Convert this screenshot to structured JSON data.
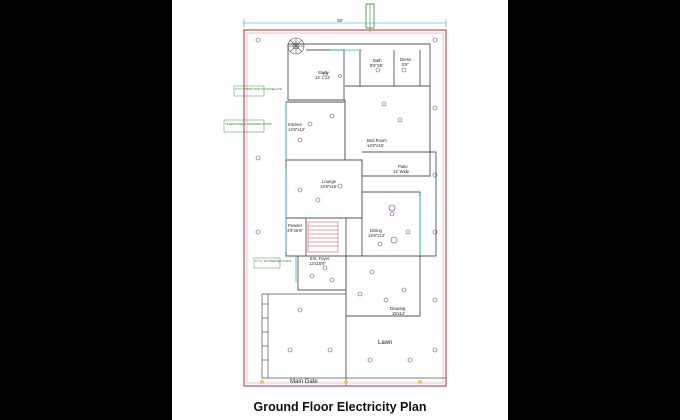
{
  "plan": {
    "title": "Ground Floor Electricity Plan",
    "overall_width": "50'",
    "notes": [
      "C.T.V. POINT FOR TV/ SATELLITE",
      "TELEPHONE & INTERNET POINT",
      "C.T.V. & INTERNET POINT"
    ],
    "rooms": {
      "bath": {
        "name": "Bath",
        "size": "8'6\"X6'"
      },
      "dress": {
        "name": "Dress",
        "size": "5'6\""
      },
      "study": {
        "name": "Study",
        "size": "14' x 12'"
      },
      "kitchen": {
        "name": "Kitchen",
        "size": "14'6\"x12'"
      },
      "bed_room": {
        "name": "Bed Room",
        "size": "14'6\"x16'"
      },
      "patio": {
        "name": "Patio",
        "size": "12' Wide"
      },
      "lounge": {
        "name": "Lounge",
        "size": "14'6\"x16'"
      },
      "powder": {
        "name": "Powder",
        "size": "4'6\"x5'6\""
      },
      "dining": {
        "name": "Dining",
        "size": "14'6\"x12'"
      },
      "ent_foyer": {
        "name": "Ent. Foyer",
        "size": "12'x15'6\""
      },
      "drawing": {
        "name": "Drawing",
        "size": "15'x14'"
      },
      "lawn": {
        "name": "Lawn"
      },
      "main_gate": {
        "name": "Main Gate"
      }
    }
  },
  "colors": {
    "wall": "#555555",
    "boundary": "#c96a6a",
    "fixture": "#7a3fa6",
    "wiring": "#28b8c8",
    "note": "#1b7a1b",
    "sheet": "#ffffff",
    "background": "#000000"
  }
}
